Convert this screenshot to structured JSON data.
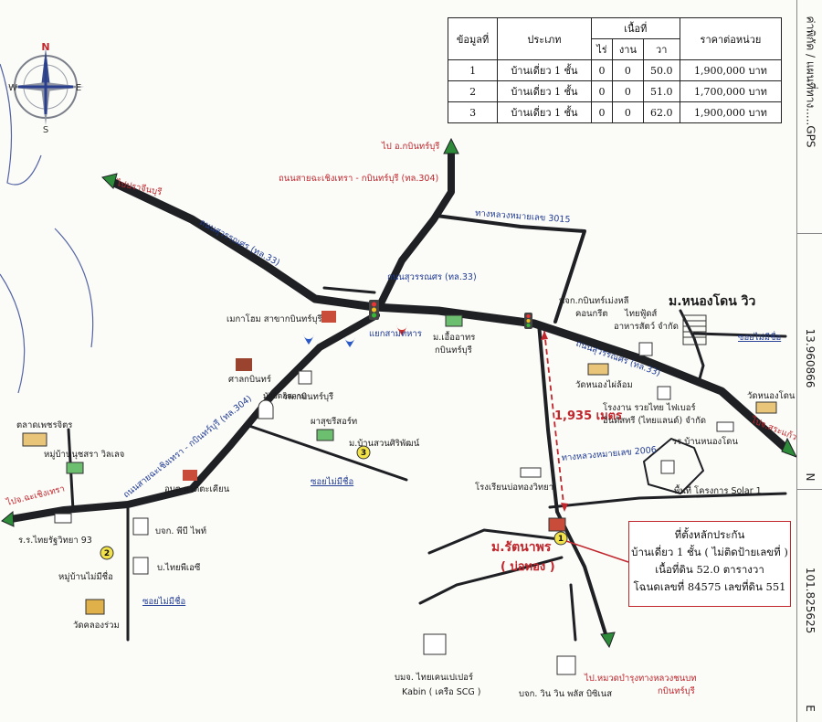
{
  "table": {
    "headers": {
      "no": "ข้อมูลที่",
      "type": "ประเภท",
      "area": "เนื้อที่",
      "rai": "ไร่",
      "ngan": "งาน",
      "wa": "วา",
      "price": "ราคาต่อหน่วย"
    },
    "rows": [
      {
        "no": "1",
        "type": "บ้านเดี่ยว 1 ชั้น",
        "rai": "0",
        "ngan": "0",
        "wa": "50.0",
        "price": "1,900,000 บาท"
      },
      {
        "no": "2",
        "type": "บ้านเดี่ยว 1 ชั้น",
        "rai": "0",
        "ngan": "0",
        "wa": "51.0",
        "price": "1,700,000 บาท"
      },
      {
        "no": "3",
        "type": "บ้านเดี่ยว 1 ชั้น",
        "rai": "0",
        "ngan": "0",
        "wa": "62.0",
        "price": "1,900,000 บาท"
      }
    ]
  },
  "compass": {
    "n": "N",
    "s": "S",
    "e": "E",
    "w": "W"
  },
  "roads": {
    "to_prachinburi": "ไปปราจีนบุรี",
    "to_kabinburi_district": "ไป อ.กบินทร์บุรี",
    "road_304_top": "ถนนสายฉะเชิงเทรา - กบินทร์บุรี (ทล.304)",
    "road_33_left": "ถนนสุวรรณศร (ทล.33)",
    "highway_3015": "ทางหลวงหมายเลข 3015",
    "road_33_mid": "ถนนสุวรรณศร (ทล.33)",
    "road_33_right": "ถนนสุวรรณศร (ทล.33)",
    "road_304_left": "ถนนสายฉะเชิงเทรา - กบินทร์บุรี (ทล.304)",
    "highway_2006": "ทางหลวงหมายเลข 2006",
    "to_chachoengsao": "ไปจ.ฉะเชิงเทรา",
    "to_sakaeo": "ไปจ.สระแก้ว",
    "to_highway_unit": "ไป.หมวดบำรุงทางหลวงชนบท",
    "to_highway_unit_2": "กบินทร์บุรี",
    "soi_unnamed_1": "ซอยไม่มีชื่อ",
    "soi_unnamed_2": "ซอยไม่มีชื่อ",
    "soi_unnamed_3": "ซอยไม่มีชื่อ",
    "distance": "1,935 เมตร"
  },
  "places": {
    "megahome": "เมกาโฮม สาขากบินทร์บุรี",
    "sala": "ศาลกบินทร์",
    "junction": "แยกสามทหาร",
    "moo_ua": "ม.เอื้ออาทร",
    "moo_ua_2": "กบินทร์บุรี",
    "hospital": "รพ.กบินทร์บุรี",
    "mosque": "มัสยิดอิสลาม",
    "resort": "ผาสุขรีสอร์ท",
    "suan": "ม.บ้านสวนศิริพัฒน์",
    "market": "ตลาดเพชรจิตร",
    "village1": "หมู่บ้านนุชสรา วิลเลจ",
    "obt": "อบต.ลาดตะเคียน",
    "school93": "ร.ร.ไทยรัฐวิทยา 93",
    "village2": "หมู่บ้านไม่มีชื่อ",
    "pp": "บจก. พีบี ไพท์",
    "thaipiez": "บ.ไทยพีเอซี",
    "wat_khlong": "วัดคลองร่วม",
    "kbm1": "หจก.กบินทร์เม่งหลี",
    "kbm2": "คอนกรีต",
    "thaifood1": "ไทยฟู้ดส์",
    "thaifood2": "อาหารสัตว์ จำกัด",
    "nongdon_view": "ม.หนองโดน วิว",
    "wat_nongbua": "วัดหนองไผ่ล้อม",
    "factory1": "โรงงาน รวยไทย ไฟเบอร์",
    "factory2": "อินดัสทรี (ไทยแลนด์) จำกัด",
    "wat_nongdon": "วัดหนองโดน",
    "school_nongdon": "รร.บ้านหนองโดน",
    "school_bothong": "โรงเรียนบ่อทองวิทยา",
    "solar": "พื้นที่ โครงการ Solar 1",
    "rattanaporn": "ม.รัตนาพร",
    "bothong": "( บ่อทอง )",
    "thaikent1": "บมจ. ไทยเคนเปเปอร์",
    "thaikent2": "Kabin ( เครือ SCG )",
    "winwin": "บจก. วิน วิน พลัส บิซิเนส"
  },
  "markers": {
    "m1": "1",
    "m2": "2",
    "m3": "3"
  },
  "info": {
    "l1": "ที่ตั้งหลักประกัน",
    "l2": "บ้านเดี่ยว 1 ชั้น ( ไม่ติดป้ายเลขที่ )",
    "l3": "เนื้อที่ดิน 52.0 ตารางวา",
    "l4": "โฉนดเลขที่ 84575 เลขที่ดิน 551"
  },
  "side": {
    "coord_label": "ค่าพิกัด / แผนที่ทาง.....GPS",
    "lat": "13.960866",
    "n": "N",
    "lon": "101.825625",
    "e": "E"
  }
}
